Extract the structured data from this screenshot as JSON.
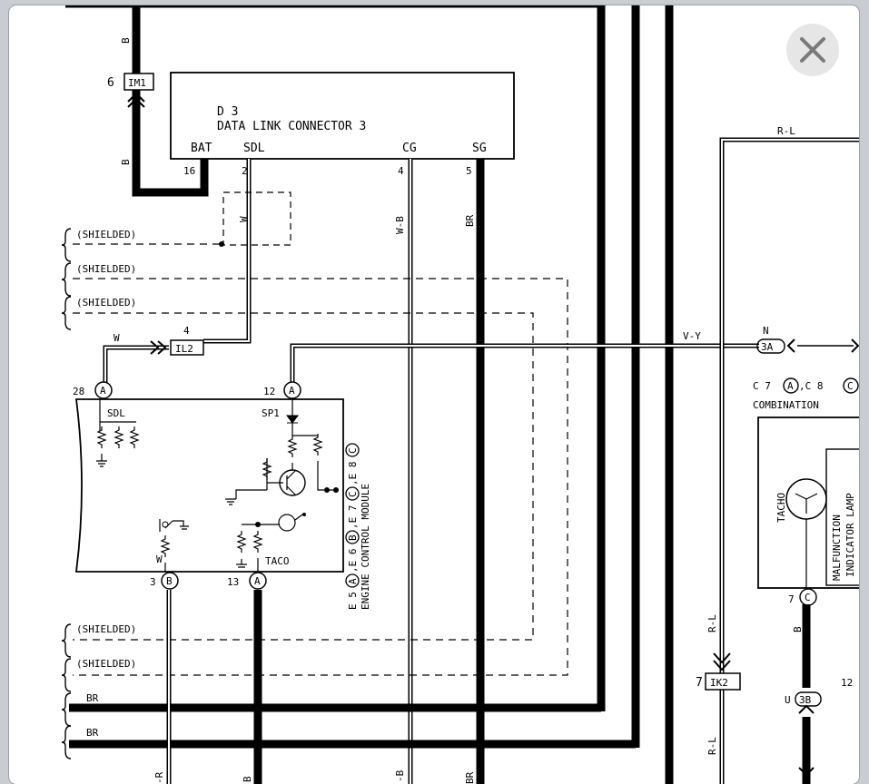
{
  "connector_d3": {
    "code": "D 3",
    "name": "DATA LINK CONNECTOR 3",
    "bat": "BAT",
    "sdl": "SDL",
    "cg": "CG",
    "sg": "SG",
    "pin_bat": "16",
    "pin_sdl": "2",
    "pin_cg": "4",
    "pin_sg": "5"
  },
  "wires": {
    "b_top": "B",
    "b_low": "B",
    "w_cg": "W-B",
    "br_sg": "BR",
    "w_il2": "W",
    "vy": "V-Y",
    "rl_top": "R-L",
    "rl_mid": "R-L",
    "rl_bottom": "R-L",
    "w_ecm": "W",
    "b_mil": "B",
    "br1": "BR",
    "br2": "BR",
    "r_bottom": "-R",
    "b_bottom": "B",
    "wb_bottom": "-B",
    "br_bottom": "BR",
    "shield_w": "W"
  },
  "connectors": {
    "im1": "IM1",
    "im1_pin": "6",
    "il2": "IL2",
    "il2_pin": "4",
    "ik2": "IK2",
    "ik2_pin": "7",
    "n_3a": "3A",
    "n_label": "N",
    "u_3b": "3B",
    "u_label": "U",
    "u_right": "12"
  },
  "shielded": [
    "(SHIELDED)",
    "(SHIELDED)",
    "(SHIELDED)",
    "(SHIELDED)",
    "(SHIELDED)"
  ],
  "ecm": {
    "pin28": "28",
    "pin12": "12",
    "pin3": "3",
    "pin13": "13",
    "sdl": "SDL",
    "sp1": "SP1",
    "taco": "TACO",
    "title": "ENGINE CONTROL MODULE",
    "codes": [
      "E 5",
      ",E 6",
      ",E 7",
      ",E 8"
    ],
    "letters": [
      "A",
      "B",
      "C",
      "C"
    ]
  },
  "circles": {
    "a": "A",
    "b": "B",
    "c": "C"
  },
  "combination": {
    "codes": [
      "C 7",
      ",C 8"
    ],
    "title": "COMBINATION",
    "tacho": "TACHO",
    "mil1": "MALFUNCTION",
    "mil2": "INDICATOR LAMP",
    "pin7": "7"
  },
  "ui": {
    "close_icon": "close-icon"
  }
}
